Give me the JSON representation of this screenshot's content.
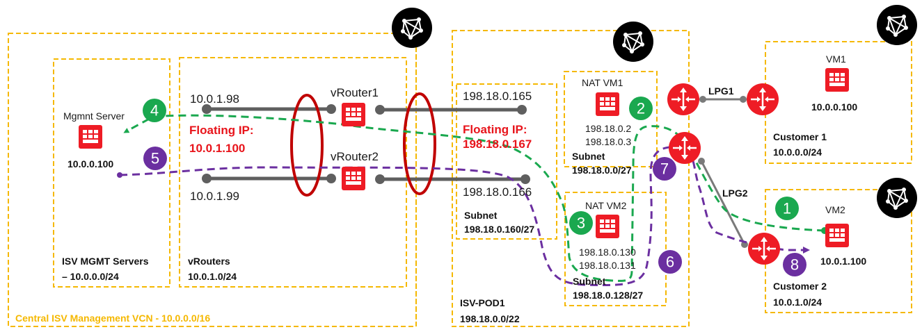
{
  "diagram": {
    "colors": {
      "box_border": "#f5b800",
      "vm_icon": "#ee1c25",
      "router_icon": "#ee1c25",
      "green_path": "#1aa84f",
      "purple_path": "#6b2fa0",
      "floating_ip_text": "#e8141b",
      "ring": "#c00000",
      "vcn_icon_bg": "#000000"
    },
    "central_vcn": {
      "label": "Central ISV Management VCN - 10.0.0.0/16",
      "mgmt_subnet": {
        "line1": "ISV MGMT Servers",
        "line2": "– 10.0.0.0/24"
      },
      "mgmt_server": {
        "name": "Mgmnt Server",
        "ip": "10.0.0.100"
      },
      "vrouters_subnet": {
        "line1": "vRouters",
        "line2": "10.0.1.0/24"
      },
      "vrouter1": {
        "name": "vRouter1",
        "left_ip": "10.0.1.98"
      },
      "vrouter2": {
        "name": "vRouter2",
        "left_ip": "10.0.1.99"
      },
      "floating_ip": {
        "line1": "Floating IP:",
        "line2": "10.0.1.100"
      }
    },
    "isv_pod": {
      "line1": "ISV-POD1",
      "line2": "198.18.0.0/22",
      "front_subnet": {
        "ip_top": "198.18.0.165",
        "ip_bottom": "198.18.0.166",
        "floating_line1": "Floating IP:",
        "floating_line2": "198.18.0.167",
        "line1": "Subnet",
        "line2": "198.18.0.160/27"
      },
      "nat_vm1": {
        "name": "NAT VM1",
        "ip1": "198.18.0.2",
        "ip2": "198.18.0.3",
        "line1": "Subnet",
        "line2": "198.18.0.0/27"
      },
      "nat_vm2": {
        "name": "NAT VM2",
        "ip1": "198.18.0.130",
        "ip2": "198.18.0.131",
        "line1": "Subnet",
        "line2": "198.18.0.128/27"
      }
    },
    "peering": {
      "lpg1": "LPG1",
      "lpg2": "LPG2"
    },
    "customer1": {
      "vm": "VM1",
      "ip": "10.0.0.100",
      "line1": "Customer 1",
      "line2": "10.0.0.0/24"
    },
    "customer2": {
      "vm": "VM2",
      "ip": "10.0.1.100",
      "line1": "Customer 2",
      "line2": "10.0.1.0/24"
    },
    "steps": [
      {
        "n": "1",
        "color": "green"
      },
      {
        "n": "2",
        "color": "green"
      },
      {
        "n": "3",
        "color": "green"
      },
      {
        "n": "4",
        "color": "green"
      },
      {
        "n": "5",
        "color": "purple"
      },
      {
        "n": "6",
        "color": "purple"
      },
      {
        "n": "7",
        "color": "purple"
      },
      {
        "n": "8",
        "color": "purple"
      }
    ]
  }
}
